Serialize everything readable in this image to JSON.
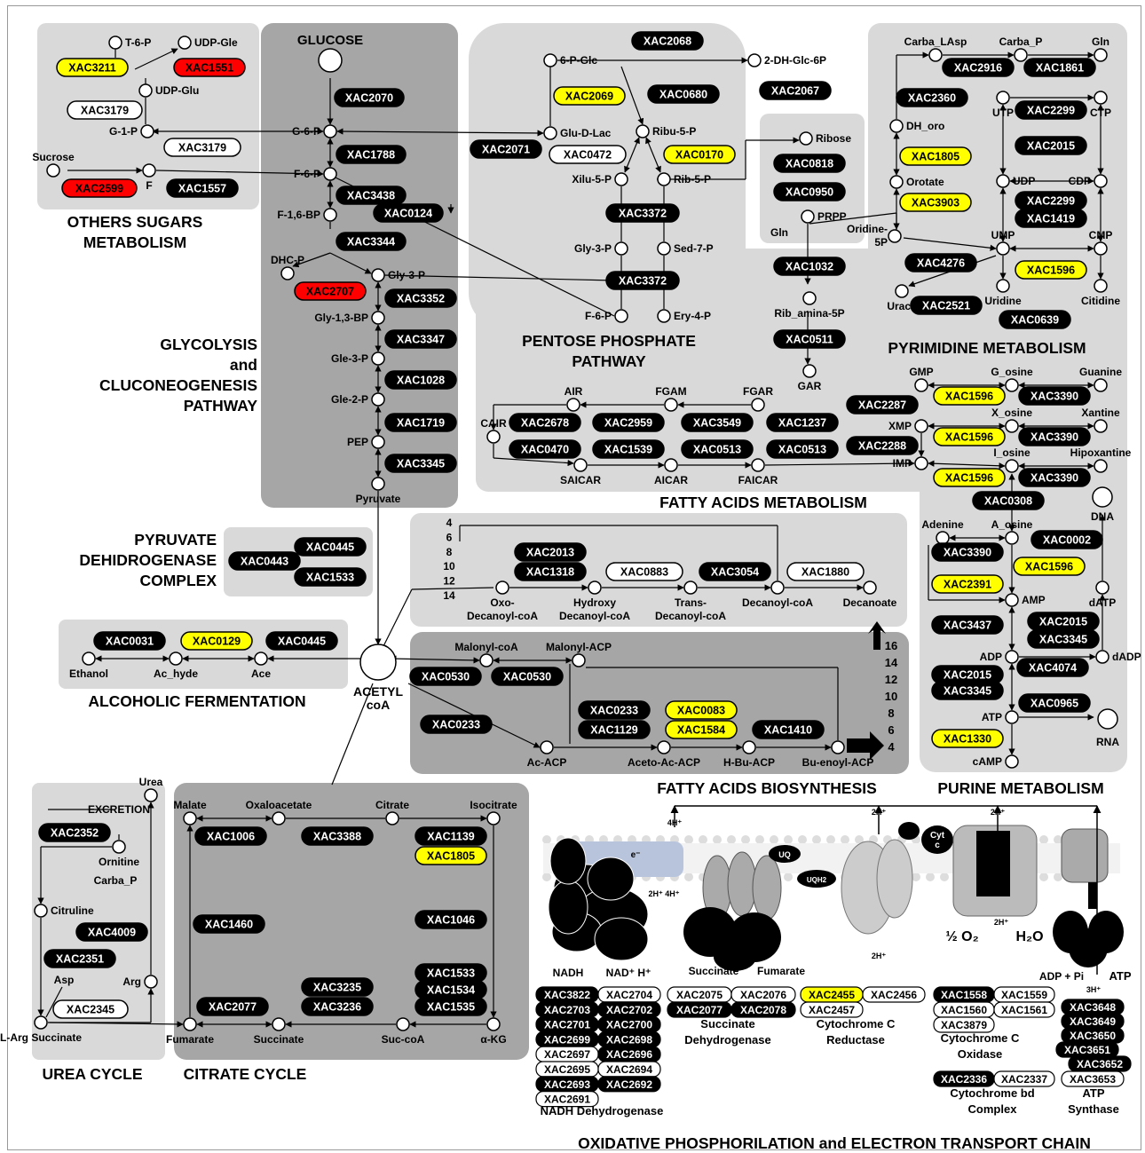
{
  "colors": {
    "black": "#000000",
    "yellow": "#ffff00",
    "red": "#ff0000",
    "white": "#ffffff",
    "panel_light": "#d9d9d9",
    "panel_dark": "#a6a6a6",
    "panel_mid": "#bfbfbf"
  },
  "sections": {
    "others_sugars": "OTHERS SUGARS\nMETABOLISM",
    "glycolysis": "GLYCOLYSIS\nand\nCLUCONEOGENESIS\nPATHWAY",
    "pentose": "PENTOSE PHOSPHATE\nPATHWAY",
    "pyrimidine": "PYRIMIDINE METABOLISM",
    "fatty_acids_metabolism": "FATTY ACIDS METABOLISM",
    "pyruvate": "PYRUVATE\nDEHIDROGENASE\nCOMPLEX",
    "alcoholic": "ALCOHOLIC FERMENTATION",
    "fatty_biosynthesis": "FATTY ACIDS BIOSYNTHESIS",
    "purine": "PURINE METABOLISM",
    "urea": "UREA CYCLE",
    "citrate": "CITRATE CYCLE",
    "oxphos": "OXIDATIVE PHOSPHORILATION and ELECTRON TRANSPORT CHAIN"
  },
  "metabolites": [
    {
      "id": "t6p",
      "label": "T-6-P"
    },
    {
      "id": "udpgle",
      "label": "UDP-Gle"
    },
    {
      "id": "udpglu",
      "label": "UDP-Glu"
    },
    {
      "id": "g1p",
      "label": "G-1-P"
    },
    {
      "id": "sucrose",
      "label": "Sucrose"
    },
    {
      "id": "f",
      "label": "F"
    },
    {
      "id": "glucose",
      "label": "GLUCOSE"
    },
    {
      "id": "g6p",
      "label": "G-6-P"
    },
    {
      "id": "f6p",
      "label": "F-6-P"
    },
    {
      "id": "f16bp",
      "label": "F-1,6-BP"
    },
    {
      "id": "dhcp",
      "label": "DHC-P"
    },
    {
      "id": "gly3p",
      "label": "Gly-3-P"
    },
    {
      "id": "gly13bp",
      "label": "Gly-1,3-BP"
    },
    {
      "id": "gle3p",
      "label": "Gle-3-P"
    },
    {
      "id": "gle2p",
      "label": "Gle-2-P"
    },
    {
      "id": "pep",
      "label": "PEP"
    },
    {
      "id": "pyruvate",
      "label": "Pyruvate"
    },
    {
      "id": "p6pglc",
      "label": "6-P-Glc"
    },
    {
      "id": "dhglc",
      "label": "2-DH-Glc-6P"
    },
    {
      "id": "glcdlac",
      "label": "Glu-D-Lac"
    },
    {
      "id": "ribu5p",
      "label": "Ribu-5-P"
    },
    {
      "id": "xilu5p",
      "label": "Xilu-5-P"
    },
    {
      "id": "rib5p",
      "label": "Rib-5-P"
    },
    {
      "id": "pgly3p",
      "label": "Gly-3-P"
    },
    {
      "id": "sed7p",
      "label": "Sed-7-P"
    },
    {
      "id": "pf6p",
      "label": "F-6-P"
    },
    {
      "id": "ery4p",
      "label": "Ery-4-P"
    },
    {
      "id": "ribose",
      "label": "Ribose"
    },
    {
      "id": "prpp",
      "label": "PRPP"
    },
    {
      "id": "gln1",
      "label": "Gln"
    },
    {
      "id": "ribamina",
      "label": "Rib_amina-5P"
    },
    {
      "id": "gar",
      "label": "GAR"
    },
    {
      "id": "carbalasp",
      "label": "Carba_LAsp"
    },
    {
      "id": "carbap",
      "label": "Carba_P"
    },
    {
      "id": "gln2",
      "label": "Gln"
    },
    {
      "id": "dhoro",
      "label": "DH_oro"
    },
    {
      "id": "utp",
      "label": "UTP"
    },
    {
      "id": "ctp",
      "label": "CTP"
    },
    {
      "id": "orotate",
      "label": "Orotate"
    },
    {
      "id": "udp",
      "label": "UDP"
    },
    {
      "id": "cdp",
      "label": "CDP"
    },
    {
      "id": "oridine",
      "label": "Oridine-\n5P"
    },
    {
      "id": "ump",
      "label": "UMP"
    },
    {
      "id": "cmp",
      "label": "CMP"
    },
    {
      "id": "uracil",
      "label": "Uracil"
    },
    {
      "id": "uridine",
      "label": "Uridine"
    },
    {
      "id": "citidine",
      "label": "Citidine"
    },
    {
      "id": "air",
      "label": "AIR"
    },
    {
      "id": "fgam",
      "label": "FGAM"
    },
    {
      "id": "fgar",
      "label": "FGAR"
    },
    {
      "id": "cair",
      "label": "CAIR"
    },
    {
      "id": "saicar",
      "label": "SAICAR"
    },
    {
      "id": "aicar",
      "label": "AICAR"
    },
    {
      "id": "faicar",
      "label": "FAICAR"
    },
    {
      "id": "gmp",
      "label": "GMP"
    },
    {
      "id": "xmp",
      "label": "XMP"
    },
    {
      "id": "imp",
      "label": "IMP"
    },
    {
      "id": "gosine",
      "label": "G_osine"
    },
    {
      "id": "xosine",
      "label": "X_osine"
    },
    {
      "id": "iosine",
      "label": "I_osine"
    },
    {
      "id": "guanine",
      "label": "Guanine"
    },
    {
      "id": "xantine",
      "label": "Xantine"
    },
    {
      "id": "hipox",
      "label": "Hipoxantine"
    },
    {
      "id": "dna",
      "label": "DNA"
    },
    {
      "id": "adenine",
      "label": "Adenine"
    },
    {
      "id": "aosine",
      "label": "A_osine"
    },
    {
      "id": "amp",
      "label": "AMP"
    },
    {
      "id": "datp",
      "label": "dATP"
    },
    {
      "id": "adp",
      "label": "ADP"
    },
    {
      "id": "dadp",
      "label": "dADP"
    },
    {
      "id": "atp",
      "label": "ATP"
    },
    {
      "id": "rna",
      "label": "RNA"
    },
    {
      "id": "camp",
      "label": "cAMP"
    },
    {
      "id": "oxodec",
      "label": "Oxo-\nDecanoyl-coA"
    },
    {
      "id": "hydroxy",
      "label": "Hydroxy\nDecanoyl-coA"
    },
    {
      "id": "trans",
      "label": "Trans-\nDecanoyl-coA"
    },
    {
      "id": "decanoyl",
      "label": "Decanoyl-coA"
    },
    {
      "id": "decanoate",
      "label": "Decanoate"
    },
    {
      "id": "ethanol",
      "label": "Ethanol"
    },
    {
      "id": "achyde",
      "label": "Ac_hyde"
    },
    {
      "id": "ace",
      "label": "Ace"
    },
    {
      "id": "acetyl",
      "label": "ACETYL\ncoA"
    },
    {
      "id": "malonylcoa",
      "label": "Malonyl-coA"
    },
    {
      "id": "malonylacp",
      "label": "Malonyl-ACP"
    },
    {
      "id": "acacp",
      "label": "Ac-ACP"
    },
    {
      "id": "acetoacacp",
      "label": "Aceto-Ac-ACP"
    },
    {
      "id": "hbuacp",
      "label": "H-Bu-ACP"
    },
    {
      "id": "buenoyl",
      "label": "Bu-enoyl-ACP"
    },
    {
      "id": "urea",
      "label": "Urea"
    },
    {
      "id": "excretion",
      "label": "EXCRETION"
    },
    {
      "id": "ornitine",
      "label": "Ornitine"
    },
    {
      "id": "ucarbap",
      "label": "Carba_P"
    },
    {
      "id": "citruline",
      "label": "Citruline"
    },
    {
      "id": "asp",
      "label": "Asp"
    },
    {
      "id": "arg",
      "label": "Arg"
    },
    {
      "id": "largsucc",
      "label": "L-Arg Succinate"
    },
    {
      "id": "malate",
      "label": "Malate"
    },
    {
      "id": "oxalo",
      "label": "Oxaloacetate"
    },
    {
      "id": "citrate",
      "label": "Citrate"
    },
    {
      "id": "isocitrate",
      "label": "Isocitrate"
    },
    {
      "id": "fumarate",
      "label": "Fumarate"
    },
    {
      "id": "succinate",
      "label": "Succinate"
    },
    {
      "id": "succoa",
      "label": "Suc-coA"
    },
    {
      "id": "akg",
      "label": "α-KG"
    }
  ],
  "enzymes": [
    {
      "id": "e1",
      "label": "XAC3211",
      "color": "yellow"
    },
    {
      "id": "e2",
      "label": "XAC1551",
      "color": "red"
    },
    {
      "id": "e3",
      "label": "XAC3179",
      "color": "white"
    },
    {
      "id": "e4",
      "label": "XAC3179",
      "color": "white"
    },
    {
      "id": "e5",
      "label": "XAC2599",
      "color": "red"
    },
    {
      "id": "e6",
      "label": "XAC1557",
      "color": "black"
    },
    {
      "id": "e7",
      "label": "XAC2070",
      "color": "black"
    },
    {
      "id": "e8",
      "label": "XAC1788",
      "color": "black"
    },
    {
      "id": "e9",
      "label": "XAC3438",
      "color": "black"
    },
    {
      "id": "e10",
      "label": "XAC0124",
      "color": "black"
    },
    {
      "id": "e11",
      "label": "XAC3344",
      "color": "black"
    },
    {
      "id": "e12",
      "label": "XAC2707",
      "color": "red"
    },
    {
      "id": "e13",
      "label": "XAC3352",
      "color": "black"
    },
    {
      "id": "e14",
      "label": "XAC3347",
      "color": "black"
    },
    {
      "id": "e15",
      "label": "XAC1028",
      "color": "black"
    },
    {
      "id": "e16",
      "label": "XAC1719",
      "color": "black"
    },
    {
      "id": "e17",
      "label": "XAC3345",
      "color": "black"
    },
    {
      "id": "e18",
      "label": "XAC2068",
      "color": "black"
    },
    {
      "id": "e19",
      "label": "XAC2069",
      "color": "yellow"
    },
    {
      "id": "e20",
      "label": "XAC0680",
      "color": "black"
    },
    {
      "id": "e21",
      "label": "XAC2067",
      "color": "black"
    },
    {
      "id": "e22",
      "label": "XAC2071",
      "color": "black"
    },
    {
      "id": "e23",
      "label": "XAC0472",
      "color": "white"
    },
    {
      "id": "e24",
      "label": "XAC0170",
      "color": "yellow"
    },
    {
      "id": "e25",
      "label": "XAC3372",
      "color": "black"
    },
    {
      "id": "e26",
      "label": "XAC3372",
      "color": "black"
    },
    {
      "id": "e27",
      "label": "XAC0818",
      "color": "black"
    },
    {
      "id": "e28",
      "label": "XAC0950",
      "color": "black"
    },
    {
      "id": "e29",
      "label": "XAC1032",
      "color": "black"
    },
    {
      "id": "e30",
      "label": "XAC0511",
      "color": "black"
    },
    {
      "id": "e31",
      "label": "XAC2916",
      "color": "black"
    },
    {
      "id": "e32",
      "label": "XAC1861",
      "color": "black"
    },
    {
      "id": "e33",
      "label": "XAC2360",
      "color": "black"
    },
    {
      "id": "e34",
      "label": "XAC2299",
      "color": "black"
    },
    {
      "id": "e35",
      "label": "XAC2015",
      "color": "black"
    },
    {
      "id": "e36",
      "label": "XAC1805",
      "color": "yellow"
    },
    {
      "id": "e37",
      "label": "XAC3903",
      "color": "yellow"
    },
    {
      "id": "e38",
      "label": "XAC2299",
      "color": "black"
    },
    {
      "id": "e39",
      "label": "XAC1419",
      "color": "black"
    },
    {
      "id": "e40",
      "label": "XAC4276",
      "color": "black"
    },
    {
      "id": "e41",
      "label": "XAC1596",
      "color": "yellow"
    },
    {
      "id": "e42",
      "label": "XAC2521",
      "color": "black"
    },
    {
      "id": "e43",
      "label": "XAC0639",
      "color": "black"
    },
    {
      "id": "e44",
      "label": "XAC2678",
      "color": "black"
    },
    {
      "id": "e45",
      "label": "XAC2959",
      "color": "black"
    },
    {
      "id": "e46",
      "label": "XAC3549",
      "color": "black"
    },
    {
      "id": "e47",
      "label": "XAC1237",
      "color": "black"
    },
    {
      "id": "e48",
      "label": "XAC0470",
      "color": "black"
    },
    {
      "id": "e49",
      "label": "XAC1539",
      "color": "black"
    },
    {
      "id": "e50",
      "label": "XAC0513",
      "color": "black"
    },
    {
      "id": "e51",
      "label": "XAC0513",
      "color": "black"
    },
    {
      "id": "e52",
      "label": "XAC2287",
      "color": "black"
    },
    {
      "id": "e53",
      "label": "XAC2288",
      "color": "black"
    },
    {
      "id": "e54",
      "label": "XAC1596",
      "color": "yellow"
    },
    {
      "id": "e55",
      "label": "XAC1596",
      "color": "yellow"
    },
    {
      "id": "e56",
      "label": "XAC1596",
      "color": "yellow"
    },
    {
      "id": "e57",
      "label": "XAC3390",
      "color": "black"
    },
    {
      "id": "e58",
      "label": "XAC3390",
      "color": "black"
    },
    {
      "id": "e59",
      "label": "XAC3390",
      "color": "black"
    },
    {
      "id": "e60",
      "label": "XAC0308",
      "color": "black"
    },
    {
      "id": "e61",
      "label": "XAC0002",
      "color": "black"
    },
    {
      "id": "e62",
      "label": "XAC3390",
      "color": "black"
    },
    {
      "id": "e63",
      "label": "XAC1596",
      "color": "yellow"
    },
    {
      "id": "e64",
      "label": "XAC2391",
      "color": "yellow"
    },
    {
      "id": "e65",
      "label": "XAC3437",
      "color": "black"
    },
    {
      "id": "e66",
      "label": "XAC2015",
      "color": "black"
    },
    {
      "id": "e67",
      "label": "XAC3345",
      "color": "black"
    },
    {
      "id": "e68",
      "label": "XAC2015",
      "color": "black"
    },
    {
      "id": "e69",
      "label": "XAC4074",
      "color": "black"
    },
    {
      "id": "e70",
      "label": "XAC3345",
      "color": "black"
    },
    {
      "id": "e71",
      "label": "XAC0965",
      "color": "black"
    },
    {
      "id": "e72",
      "label": "XAC1330",
      "color": "yellow"
    },
    {
      "id": "e73",
      "label": "XAC0445",
      "color": "black"
    },
    {
      "id": "e74",
      "label": "XAC0443",
      "color": "black"
    },
    {
      "id": "e75",
      "label": "XAC1533",
      "color": "black"
    },
    {
      "id": "e76",
      "label": "XAC2013",
      "color": "black"
    },
    {
      "id": "e77",
      "label": "XAC1318",
      "color": "black"
    },
    {
      "id": "e78",
      "label": "XAC0883",
      "color": "white"
    },
    {
      "id": "e79",
      "label": "XAC3054",
      "color": "black"
    },
    {
      "id": "e80",
      "label": "XAC1880",
      "color": "white"
    },
    {
      "id": "e81",
      "label": "XAC0031",
      "color": "black"
    },
    {
      "id": "e82",
      "label": "XAC0129",
      "color": "yellow"
    },
    {
      "id": "e83",
      "label": "XAC0445",
      "color": "black"
    },
    {
      "id": "e84",
      "label": "XAC0530",
      "color": "black"
    },
    {
      "id": "e85",
      "label": "XAC0530",
      "color": "black"
    },
    {
      "id": "e86",
      "label": "XAC0233",
      "color": "black"
    },
    {
      "id": "e87",
      "label": "XAC0233",
      "color": "black"
    },
    {
      "id": "e88",
      "label": "XAC1129",
      "color": "black"
    },
    {
      "id": "e89",
      "label": "XAC0083",
      "color": "yellow"
    },
    {
      "id": "e90",
      "label": "XAC1584",
      "color": "yellow"
    },
    {
      "id": "e91",
      "label": "XAC1410",
      "color": "black"
    },
    {
      "id": "e92",
      "label": "XAC2352",
      "color": "black"
    },
    {
      "id": "e93",
      "label": "XAC4009",
      "color": "black"
    },
    {
      "id": "e94",
      "label": "XAC2351",
      "color": "black"
    },
    {
      "id": "e95",
      "label": "XAC2345",
      "color": "white"
    },
    {
      "id": "e96",
      "label": "XAC1006",
      "color": "black"
    },
    {
      "id": "e97",
      "label": "XAC3388",
      "color": "black"
    },
    {
      "id": "e98",
      "label": "XAC1139",
      "color": "black"
    },
    {
      "id": "e99",
      "label": "XAC1805",
      "color": "yellow"
    },
    {
      "id": "e100",
      "label": "XAC1460",
      "color": "black"
    },
    {
      "id": "e101",
      "label": "XAC1046",
      "color": "black"
    },
    {
      "id": "e102",
      "label": "XAC3235",
      "color": "black"
    },
    {
      "id": "e103",
      "label": "XAC3236",
      "color": "black"
    },
    {
      "id": "e104",
      "label": "XAC2077",
      "color": "black"
    },
    {
      "id": "e105",
      "label": "XAC1533",
      "color": "black"
    },
    {
      "id": "e106",
      "label": "XAC1534",
      "color": "black"
    },
    {
      "id": "e107",
      "label": "XAC1535",
      "color": "black"
    }
  ],
  "chain_labels": {
    "first_col": [
      "4",
      "6",
      "8",
      "10",
      "12",
      "14"
    ],
    "second_col": [
      "16",
      "14",
      "12",
      "10",
      "8",
      "6",
      "4"
    ]
  },
  "etc": {
    "membrane_labels": {
      "nadh": "NADH",
      "nad": "NAD⁺  H⁺",
      "succinate": "Succinate",
      "fumarate": "Fumarate",
      "adp": "ADP + Pi",
      "atp": "ATP",
      "half_o2": "½ O₂",
      "h2o": "H₂O",
      "uq": "UQ",
      "uqh2": "UQH2",
      "cyt": "Cyt\nc",
      "e": "e⁻",
      "h1": "4H⁺",
      "h2": "2H⁺",
      "h3": "2H⁺  4H⁺",
      "h4": "2H⁺",
      "h5": "2H⁺",
      "h6": "2H⁺",
      "h7": "3H⁺"
    },
    "complex_names": {
      "nadh": "NADH Dehydrogenase",
      "sdh": "Succinate\nDehydrogenase",
      "cytc": "Cytochrome C\nReductase",
      "cox": "Cytochrome C\nOxidase",
      "bd": "Cytochrome bd\nComplex",
      "atp": "ATP\nSynthase"
    },
    "nadh_genes": [
      {
        "l": "XAC3822",
        "c": "black"
      },
      {
        "l": "XAC2704",
        "c": "white"
      },
      {
        "l": "XAC2703",
        "c": "black"
      },
      {
        "l": "XAC2702",
        "c": "black"
      },
      {
        "l": "XAC2701",
        "c": "black"
      },
      {
        "l": "XAC2700",
        "c": "black"
      },
      {
        "l": "XAC2699",
        "c": "black"
      },
      {
        "l": "XAC2698",
        "c": "black"
      },
      {
        "l": "XAC2697",
        "c": "white"
      },
      {
        "l": "XAC2696",
        "c": "black"
      },
      {
        "l": "XAC2695",
        "c": "white"
      },
      {
        "l": "XAC2694",
        "c": "white"
      },
      {
        "l": "XAC2693",
        "c": "black"
      },
      {
        "l": "XAC2692",
        "c": "black"
      },
      {
        "l": "XAC2691",
        "c": "white"
      }
    ],
    "sdh_genes": [
      {
        "l": "XAC2075",
        "c": "white"
      },
      {
        "l": "XAC2076",
        "c": "white"
      },
      {
        "l": "XAC2077",
        "c": "black"
      },
      {
        "l": "XAC2078",
        "c": "black"
      }
    ],
    "cytc_genes": [
      {
        "l": "XAC2455",
        "c": "yellow"
      },
      {
        "l": "XAC2456",
        "c": "white"
      },
      {
        "l": "XAC2457",
        "c": "white"
      }
    ],
    "cox_genes": [
      {
        "l": "XAC1558",
        "c": "black"
      },
      {
        "l": "XAC1559",
        "c": "white"
      },
      {
        "l": "XAC1560",
        "c": "white"
      },
      {
        "l": "XAC1561",
        "c": "white"
      },
      {
        "l": "XAC3879",
        "c": "white"
      }
    ],
    "bd_genes": [
      {
        "l": "XAC2336",
        "c": "black"
      },
      {
        "l": "XAC2337",
        "c": "white"
      }
    ],
    "atp_genes": [
      {
        "l": "XAC3648",
        "c": "black"
      },
      {
        "l": "XAC3649",
        "c": "black"
      },
      {
        "l": "XAC3650",
        "c": "black"
      },
      {
        "l": "XAC3651",
        "c": "black"
      },
      {
        "l": "XAC3652",
        "c": "black"
      },
      {
        "l": "XAC3653",
        "c": "white"
      }
    ]
  }
}
